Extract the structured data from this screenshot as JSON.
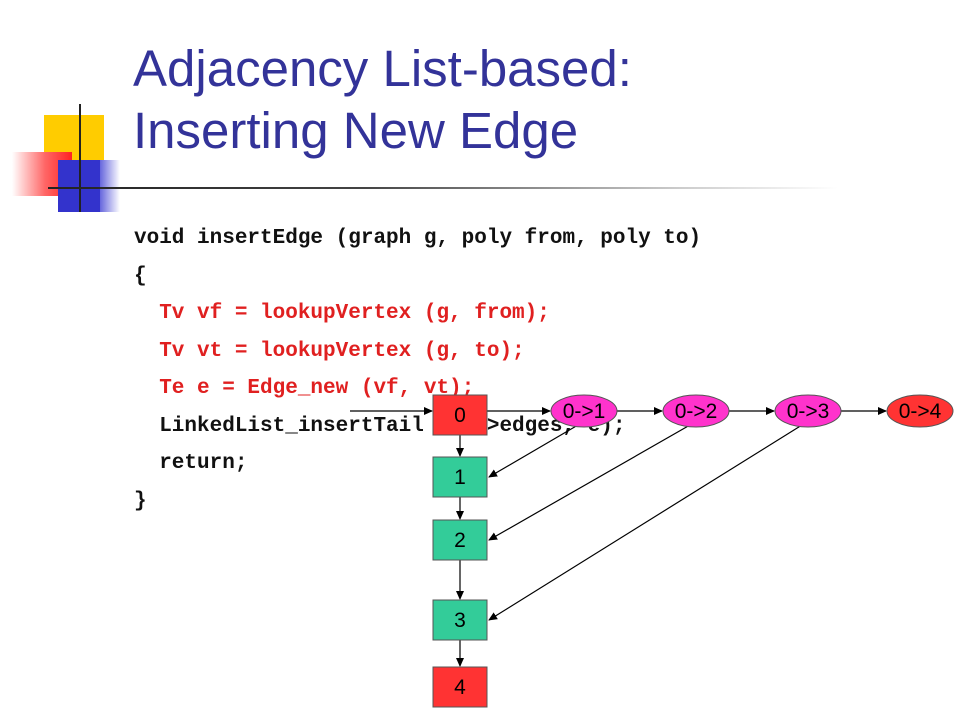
{
  "slide": {
    "title_line1": "Adjacency List-based:",
    "title_line2": "Inserting New Edge",
    "code_lines": [
      "void insertEdge (graph g, poly from, poly to)",
      "{",
      "  Tv vf = lookupVertex (g, from);",
      "  Tv vt = lookupVertex (g, to);",
      "  Te e = Edge_new (vf, vt);",
      "  LinkedList_insertTail (vf->edges, e);",
      "  return;",
      "}"
    ],
    "highlight_lines": [
      2,
      3,
      4
    ]
  },
  "diagram": {
    "vertices": [
      {
        "label": "0",
        "state": "current"
      },
      {
        "label": "1",
        "state": "normal"
      },
      {
        "label": "2",
        "state": "normal"
      },
      {
        "label": "3",
        "state": "normal"
      },
      {
        "label": "4",
        "state": "new"
      }
    ],
    "edges": [
      {
        "label": "0->1",
        "state": "existing",
        "target": 1
      },
      {
        "label": "0->2",
        "state": "existing",
        "target": 2
      },
      {
        "label": "0->3",
        "state": "existing",
        "target": 3
      },
      {
        "label": "0->4",
        "state": "new",
        "target": 4
      }
    ],
    "colors": {
      "vertex_normal": "#33cc99",
      "vertex_highlight": "#ff3333",
      "edge_existing": "#ff33cc",
      "edge_new": "#ff3333",
      "line": "#000000"
    }
  }
}
